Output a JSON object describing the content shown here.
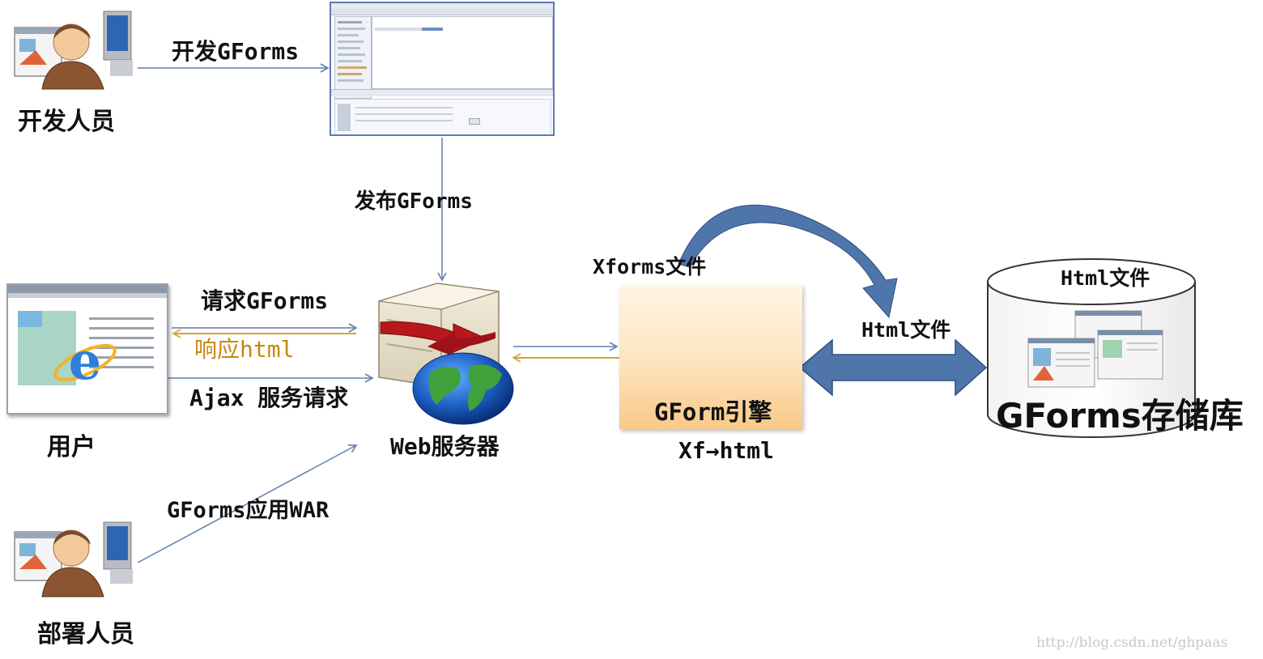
{
  "actors": {
    "developer": "开发人员",
    "user": "用户",
    "deployer": "部署人员"
  },
  "edges": {
    "develop": "开发GForms",
    "publish": "发布GForms",
    "request": "请求GForms",
    "response": "响应html",
    "ajax": "Ajax 服务请求",
    "war": "GForms应用WAR",
    "xforms_file": "Xforms文件",
    "html_file_arrow": "Html文件",
    "xf_to_html": "Xf→html"
  },
  "nodes": {
    "web_server": "Web服务器",
    "engine": "GForm引擎",
    "repository": "GForms存储库",
    "repository_html": "Html文件"
  },
  "watermark": "http://blog.csdn.net/ghpaas",
  "colors": {
    "connector": "#5f7fae",
    "response": "#d7a13a",
    "response_text": "#c8860e",
    "double_arrow": "#4f76aa",
    "curved_arrow": "#4f76aa",
    "engine_fill": "#fde3bd",
    "gear": "#9a9a9a"
  },
  "icons": [
    "person-at-computer-icon",
    "ide-screenshot-icon",
    "browser-window-icon",
    "ie-logo-icon",
    "web-server-icon",
    "globe-icon",
    "gears-icon",
    "database-cylinder-icon"
  ]
}
